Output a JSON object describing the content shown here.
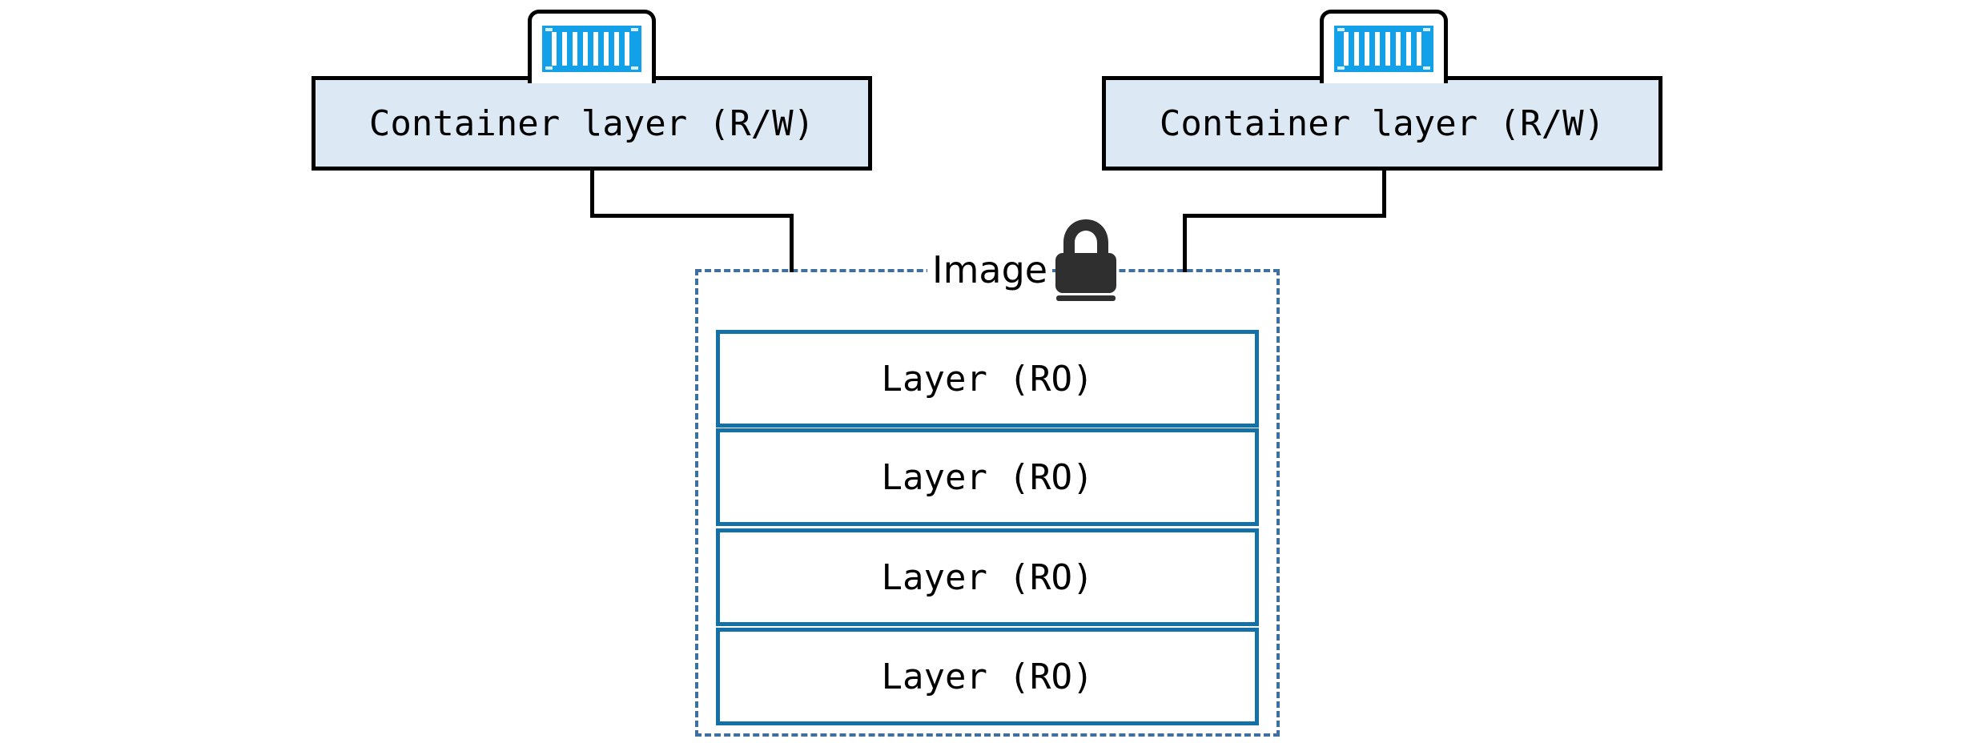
{
  "diagram": {
    "title": "Docker container and image layer diagram",
    "colors": {
      "container_fill": "#dde8f5",
      "container_border": "#000000",
      "layer_border": "#1471a8",
      "image_dashed_border": "#3f6f9f",
      "container_icon_blue": "#12a0e8",
      "lock_color": "#2f2f2f",
      "connector": "#000000",
      "background": "#ffffff"
    },
    "containers": [
      {
        "id": "container-left",
        "label": "Container layer (R/W)",
        "icon": "shipping-container-icon"
      },
      {
        "id": "container-right",
        "label": "Container layer (R/W)",
        "icon": "shipping-container-icon"
      }
    ],
    "image": {
      "label": "Image",
      "icon": "lock-icon",
      "layers": [
        {
          "label": "Layer (RO)"
        },
        {
          "label": "Layer (RO)"
        },
        {
          "label": "Layer (RO)"
        },
        {
          "label": "Layer (RO)"
        }
      ]
    }
  }
}
